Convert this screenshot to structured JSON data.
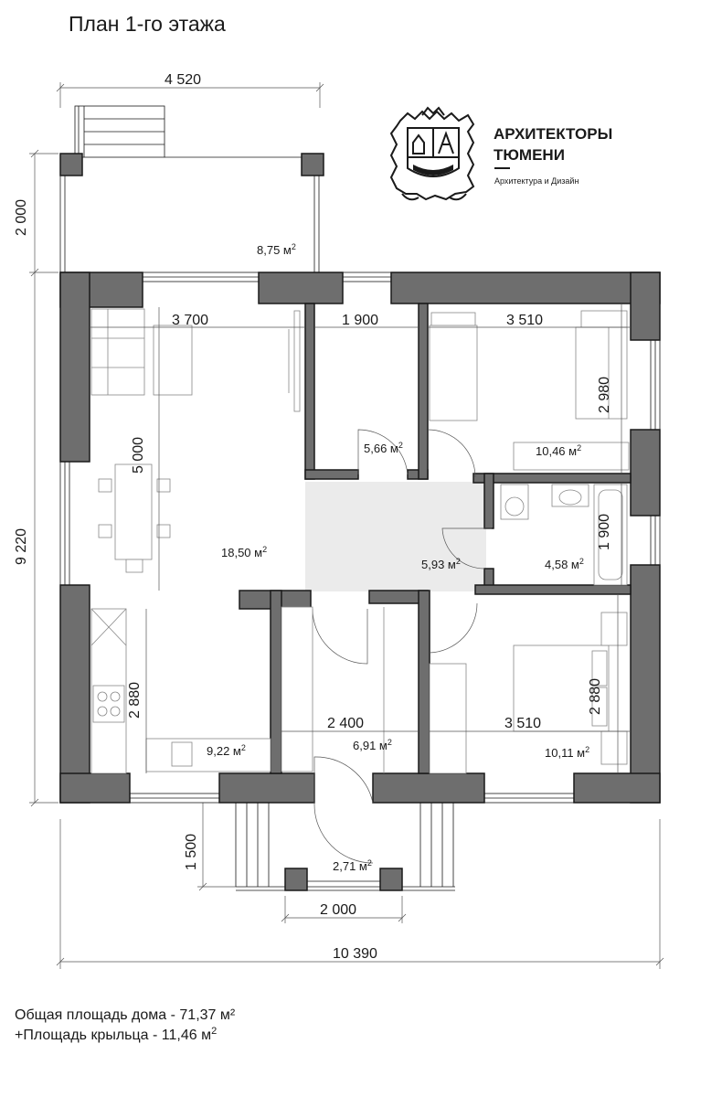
{
  "title": "План 1-го этажа",
  "logo": {
    "line1": "АРХИТЕКТОРЫ",
    "line2": "ТЮМЕНИ",
    "tagline": "Архитектура и Дизайн"
  },
  "dimensions": {
    "terrace_width": "4 520",
    "terrace_depth": "2 000",
    "total_depth": "9 220",
    "living_width": "3 700",
    "living_depth": "5 000",
    "storage_width": "1 900",
    "bedroom1_width": "3 510",
    "bedroom1_depth": "2 980",
    "bath_depth": "1 900",
    "kitchen_depth": "2 880",
    "hall_width": "2 400",
    "bedroom2_width": "3 510",
    "bedroom2_depth": "2 880",
    "porch_depth": "1 500",
    "porch_width": "2 000",
    "total_width": "10 390"
  },
  "areas": {
    "terrace": "8,75 м",
    "storage": "5,66 м",
    "bedroom1": "10,46 м",
    "living": "18,50 м",
    "corridor": "5,93 м",
    "bath": "4,58 м",
    "kitchen": "9,22 м",
    "hall": "6,91 м",
    "bedroom2": "10,11 м",
    "porch": "2,71 м",
    "sup": "2"
  },
  "footer": {
    "line1": "Общая площадь дома - 71,37 м²",
    "line2_text": "+Площадь крыльца - 11,46 м",
    "line2_sup": "2"
  }
}
